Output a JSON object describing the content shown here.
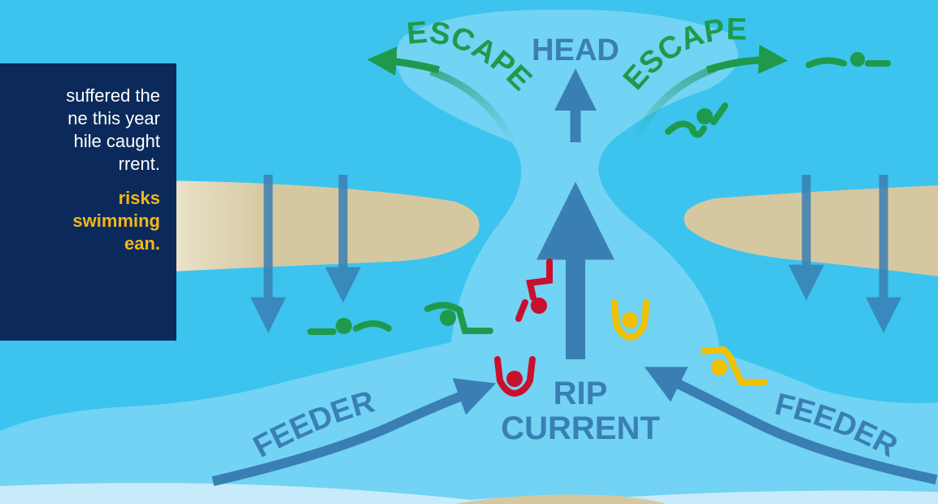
{
  "callout": {
    "body_lines": [
      "suffered the",
      "ne this year",
      "hile caught",
      "rrent."
    ],
    "emphasis_lines": [
      "risks",
      "swimming",
      "ean."
    ]
  },
  "labels": {
    "head": "HEAD",
    "escape_left": "ESCAPE",
    "escape_right": "ESCAPE",
    "rip": "RIP",
    "current": "CURRENT",
    "feeder_left": "FEEDER",
    "feeder_right": "FEEDER"
  },
  "colors": {
    "ocean": "#3cc4ef",
    "rip_channel": "#72d3f4",
    "shallow": "#c7ebfa",
    "sand": "#d5c8a0",
    "arrow": "#3a7fb4",
    "label_blue": "#3a7fb4",
    "escape_green": "#1f9a4c",
    "callout_bg": "#0b2a5b",
    "callout_emphasis": "#f2b51d",
    "swimmer_green": "#1f9a4c",
    "swimmer_red": "#c8102e",
    "swimmer_yellow": "#f2c200"
  }
}
